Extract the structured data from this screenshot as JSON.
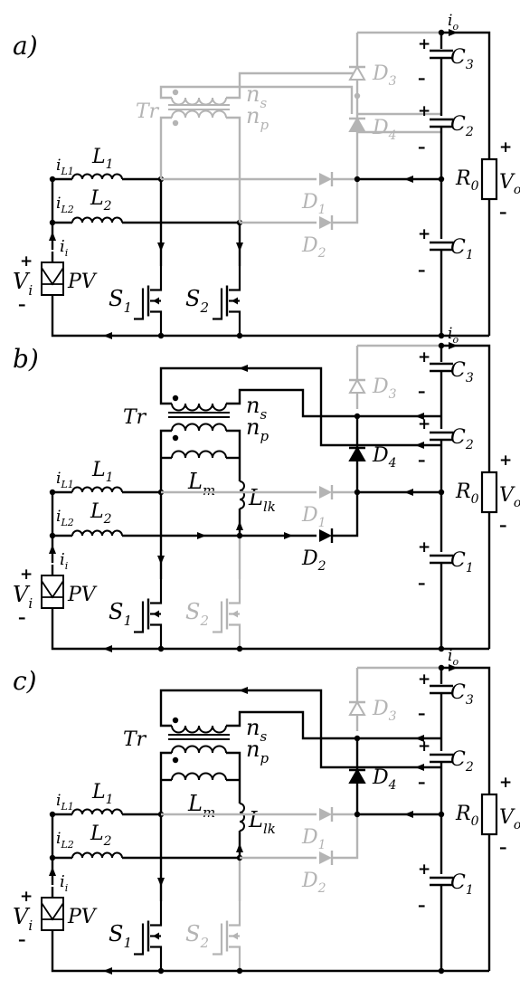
{
  "panels": [
    {
      "id": "a",
      "label": "a)"
    },
    {
      "id": "b",
      "label": "b)"
    },
    {
      "id": "c",
      "label": "c)"
    }
  ],
  "labels": {
    "L1": "L",
    "L1_sub": "1",
    "L2": "L",
    "L2_sub": "2",
    "iL1": "i",
    "iL1_sub": "L1",
    "iL2": "i",
    "iL2_sub": "L2",
    "ii": "i",
    "ii_sub": "i",
    "Vi": "V",
    "Vi_sub": "i",
    "PV": "PV",
    "S1": "S",
    "S1_sub": "1",
    "S2": "S",
    "S2_sub": "2",
    "Tr": "Tr",
    "ns": "n",
    "ns_sub": "s",
    "np": "n",
    "np_sub": "p",
    "Lm": "L",
    "Lm_sub": "m",
    "Llk": "L",
    "Llk_sub": "lk",
    "D1": "D",
    "D1_sub": "1",
    "D2": "D",
    "D2_sub": "2",
    "D3": "D",
    "D3_sub": "3",
    "D4": "D",
    "D4_sub": "4",
    "C1": "C",
    "C1_sub": "1",
    "C2": "C",
    "C2_sub": "2",
    "C3": "C",
    "C3_sub": "3",
    "R0": "R",
    "R0_sub": "0",
    "Vo": "V",
    "Vo_sub": "o",
    "io": "i",
    "io_sub": "o",
    "plus": "+",
    "minus": "–"
  },
  "colors": {
    "active": "#000000",
    "inactive": "#b4b4b4"
  }
}
